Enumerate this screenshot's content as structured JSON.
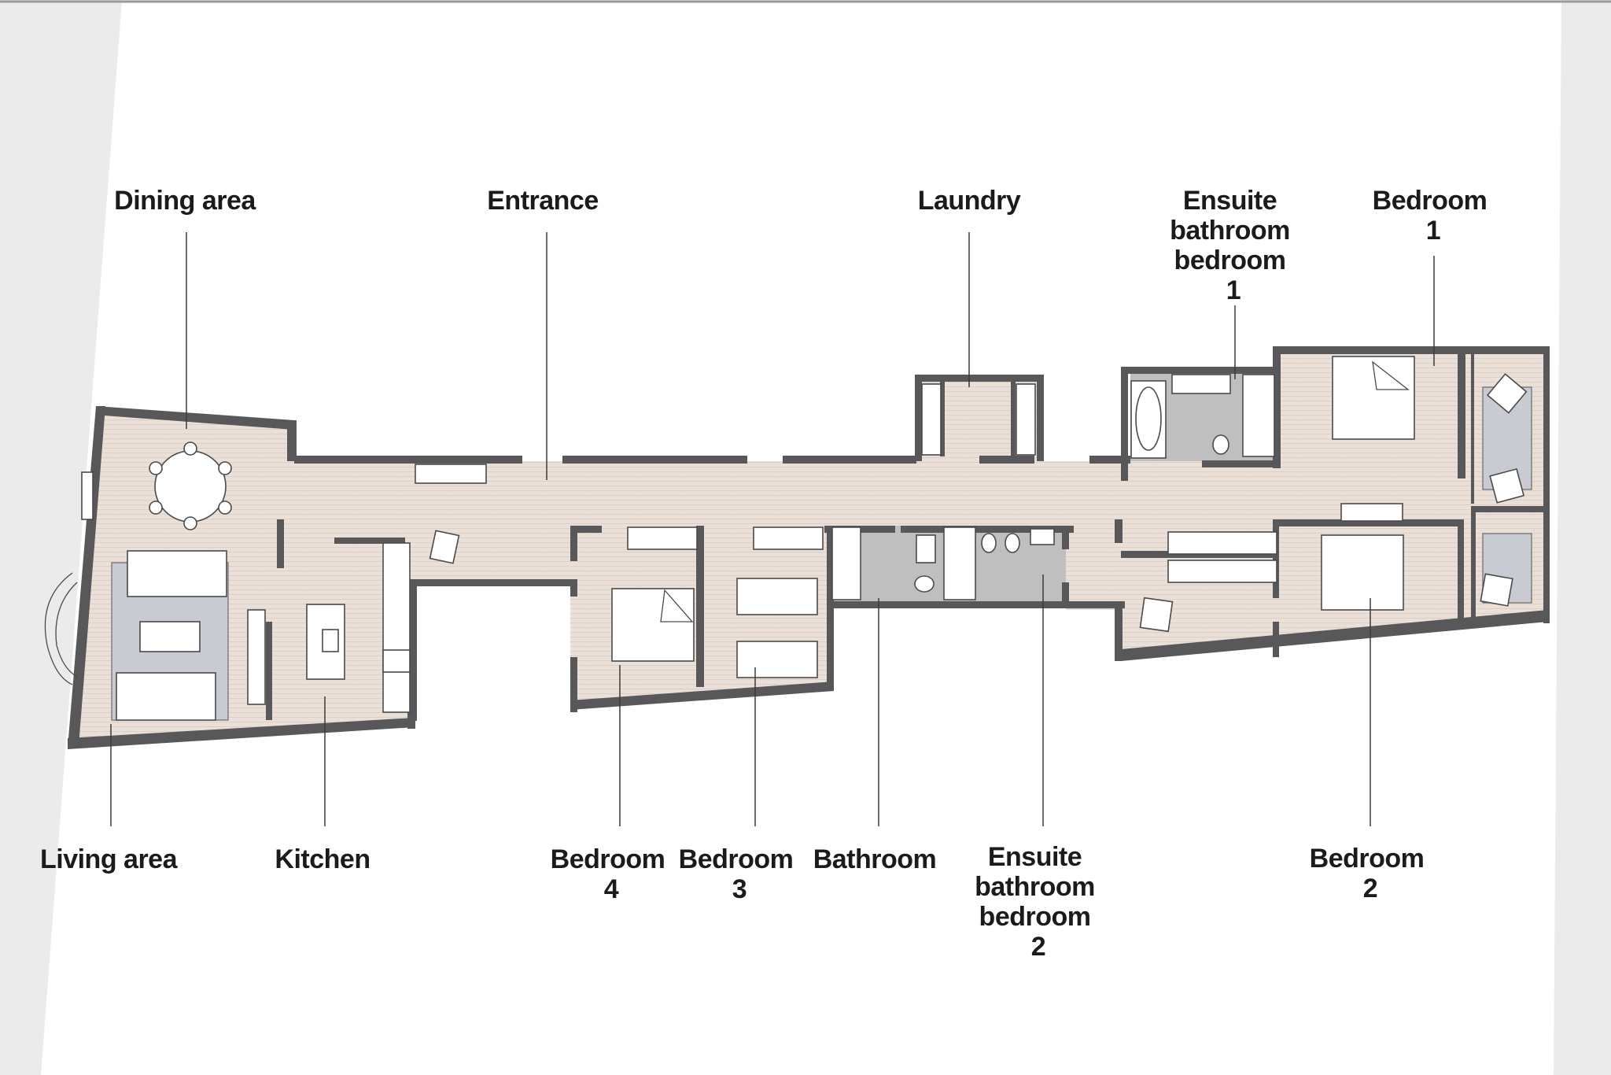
{
  "title": "",
  "colors": {
    "wall": "#58585a",
    "floor": "#e9ddd4",
    "tile": "#bfbfbf",
    "rug": "#c9cbd2",
    "margin": "#ebebeb",
    "text": "#1b1b1b"
  },
  "labels": {
    "dining": [
      "Dining area"
    ],
    "entrance": [
      "Entrance"
    ],
    "laundry": [
      "Laundry"
    ],
    "ensuite1": [
      "Ensuite",
      "bathroom",
      "bedroom",
      "1"
    ],
    "bedroom1": [
      "Bedroom",
      "1"
    ],
    "living": [
      "Living area"
    ],
    "kitchen": [
      "Kitchen"
    ],
    "bedroom4": [
      "Bedroom",
      "4"
    ],
    "bedroom3": [
      "Bedroom",
      "3"
    ],
    "bathroom": [
      "Bathroom"
    ],
    "ensuite2": [
      "Ensuite",
      "bathroom",
      "bedroom",
      "2"
    ],
    "bedroom2": [
      "Bedroom",
      "2"
    ]
  }
}
